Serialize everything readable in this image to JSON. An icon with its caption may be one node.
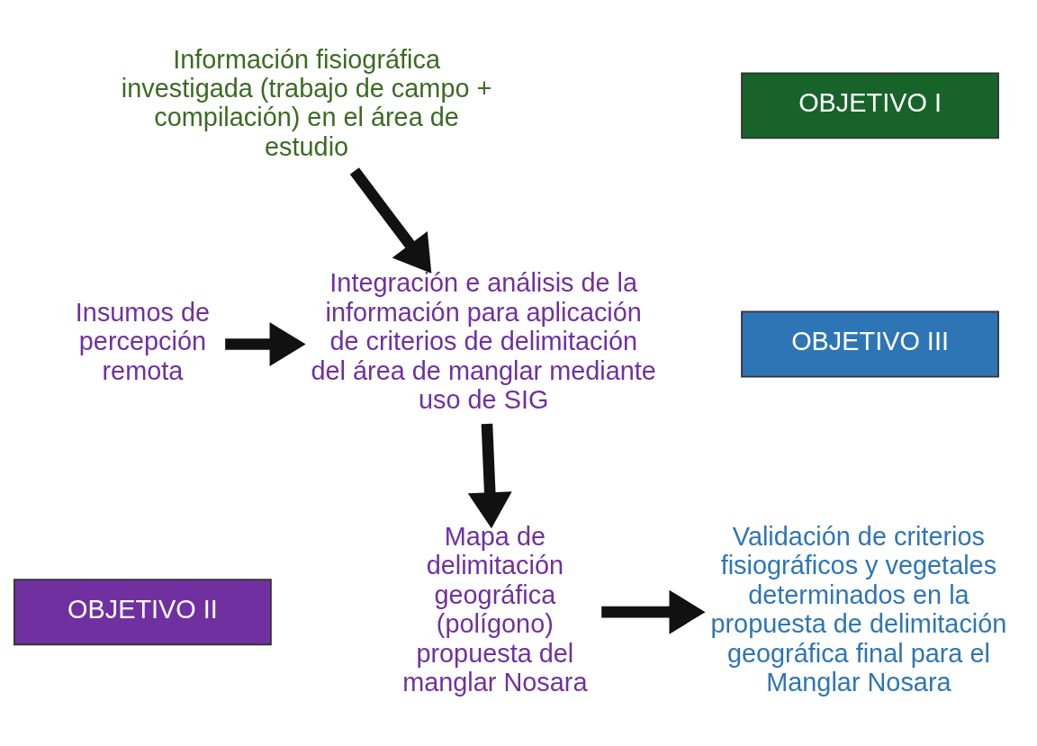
{
  "diagram": {
    "nodes": [
      {
        "text": [
          "Información fisiográfica investigada (trabajo de campo + compilación) en el área de estudio"
        ]
      },
      {
        "text": [
          "OBJETIVO I"
        ]
      },
      {
        "text": [
          "Insumos de percepción remota"
        ]
      },
      {
        "text": [
          "Integración e análisis de la información para aplicación de criterios de delimitación del área de manglar mediante uso de SIG"
        ]
      },
      {
        "text": [
          "OBJETIVO III"
        ]
      },
      {
        "text": [
          "OBJETIVO II"
        ]
      },
      {
        "text": [
          "Mapa de delimitación geográfica (polígono) propuesta del manglar Nosara"
        ]
      },
      {
        "text": [
          "Validación de criterios fisiográficos y vegetales determinados en la propuesta de delimitación geográfica final para el Manglar Nosara"
        ]
      }
    ],
    "edges": [
      {
        "from": 0,
        "to": 3,
        "arrow": "to"
      },
      {
        "from": 2,
        "to": 3,
        "arrow": "to"
      },
      {
        "from": 3,
        "to": 6,
        "arrow": "to"
      },
      {
        "from": 6,
        "to": 7,
        "arrow": "to"
      }
    ]
  }
}
